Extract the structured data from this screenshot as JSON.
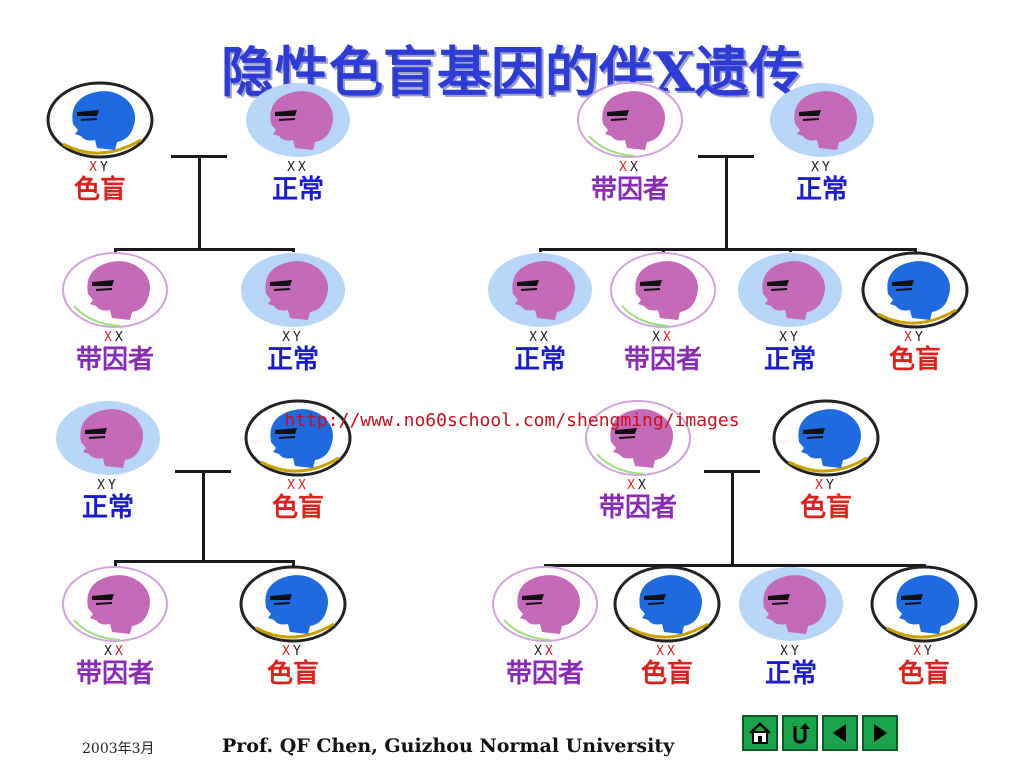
{
  "title": "隐性色盲基因的伴X遗传",
  "source_url": "http://www.no60school.com/shengming/images",
  "footer": {
    "date": "2003年3月",
    "author": "Prof. QF Chen, Guizhou Normal University"
  },
  "legend_labels": {
    "carrier": "带因者",
    "normal": "正常",
    "blind": "色盲"
  },
  "genotype_tokens": {
    "x": "X",
    "y": "Y"
  },
  "colors": {
    "title": "#2E3BD6",
    "carrier": "#8a2bb8",
    "normal": "#1b1bd0",
    "blind": "#e0201c",
    "head_pink": "#c46ab8",
    "head_blue": "#1f6ae0",
    "halo_blue": "#b7d5f6",
    "nav_green": "#19a34a"
  },
  "crosses": [
    {
      "parents": [
        {
          "sex": "male",
          "status": "blind",
          "genotype": [
            "Xm",
            "Y"
          ],
          "label": "色盲"
        },
        {
          "sex": "female",
          "status": "normal",
          "genotype": [
            "X",
            "X"
          ],
          "label": "正常"
        }
      ],
      "children": [
        {
          "sex": "female",
          "status": "carrier",
          "genotype": [
            "Xm",
            "X"
          ],
          "label": "带因者"
        },
        {
          "sex": "male",
          "status": "normal",
          "genotype": [
            "X",
            "Y"
          ],
          "label": "正常"
        }
      ]
    },
    {
      "parents": [
        {
          "sex": "female",
          "status": "carrier",
          "genotype": [
            "Xm",
            "X"
          ],
          "label": "带因者"
        },
        {
          "sex": "male",
          "status": "normal",
          "genotype": [
            "X",
            "Y"
          ],
          "label": "正常"
        }
      ],
      "children": [
        {
          "sex": "female",
          "status": "normal",
          "genotype": [
            "X",
            "X"
          ],
          "label": "正常"
        },
        {
          "sex": "female",
          "status": "carrier",
          "genotype": [
            "X",
            "Xm"
          ],
          "label": "带因者"
        },
        {
          "sex": "male",
          "status": "normal",
          "genotype": [
            "X",
            "Y"
          ],
          "label": "正常"
        },
        {
          "sex": "male",
          "status": "blind",
          "genotype": [
            "Xm",
            "Y"
          ],
          "label": "色盲"
        }
      ]
    },
    {
      "parents": [
        {
          "sex": "male",
          "status": "normal",
          "genotype": [
            "X",
            "Y"
          ],
          "label": "正常"
        },
        {
          "sex": "female",
          "status": "blind",
          "genotype": [
            "Xm",
            "Xm"
          ],
          "label": "色盲"
        }
      ],
      "children": [
        {
          "sex": "female",
          "status": "carrier",
          "genotype": [
            "X",
            "Xm"
          ],
          "label": "带因者"
        },
        {
          "sex": "male",
          "status": "blind",
          "genotype": [
            "Xm",
            "Y"
          ],
          "label": "色盲"
        }
      ]
    },
    {
      "parents": [
        {
          "sex": "female",
          "status": "carrier",
          "genotype": [
            "Xm",
            "X"
          ],
          "label": "带因者"
        },
        {
          "sex": "male",
          "status": "blind",
          "genotype": [
            "Xm",
            "Y"
          ],
          "label": "色盲"
        }
      ],
      "children": [
        {
          "sex": "female",
          "status": "carrier",
          "genotype": [
            "X",
            "Xm"
          ],
          "label": "带因者"
        },
        {
          "sex": "female",
          "status": "blind",
          "genotype": [
            "Xm",
            "Xm"
          ],
          "label": "色盲"
        },
        {
          "sex": "male",
          "status": "normal",
          "genotype": [
            "X",
            "Y"
          ],
          "label": "正常"
        },
        {
          "sex": "male",
          "status": "blind",
          "genotype": [
            "Xm",
            "Y"
          ],
          "label": "色盲"
        }
      ]
    }
  ],
  "nav_buttons": [
    {
      "name": "home",
      "icon": "home-icon"
    },
    {
      "name": "return",
      "icon": "return-icon"
    },
    {
      "name": "previous",
      "icon": "prev-icon"
    },
    {
      "name": "next",
      "icon": "next-icon"
    }
  ]
}
